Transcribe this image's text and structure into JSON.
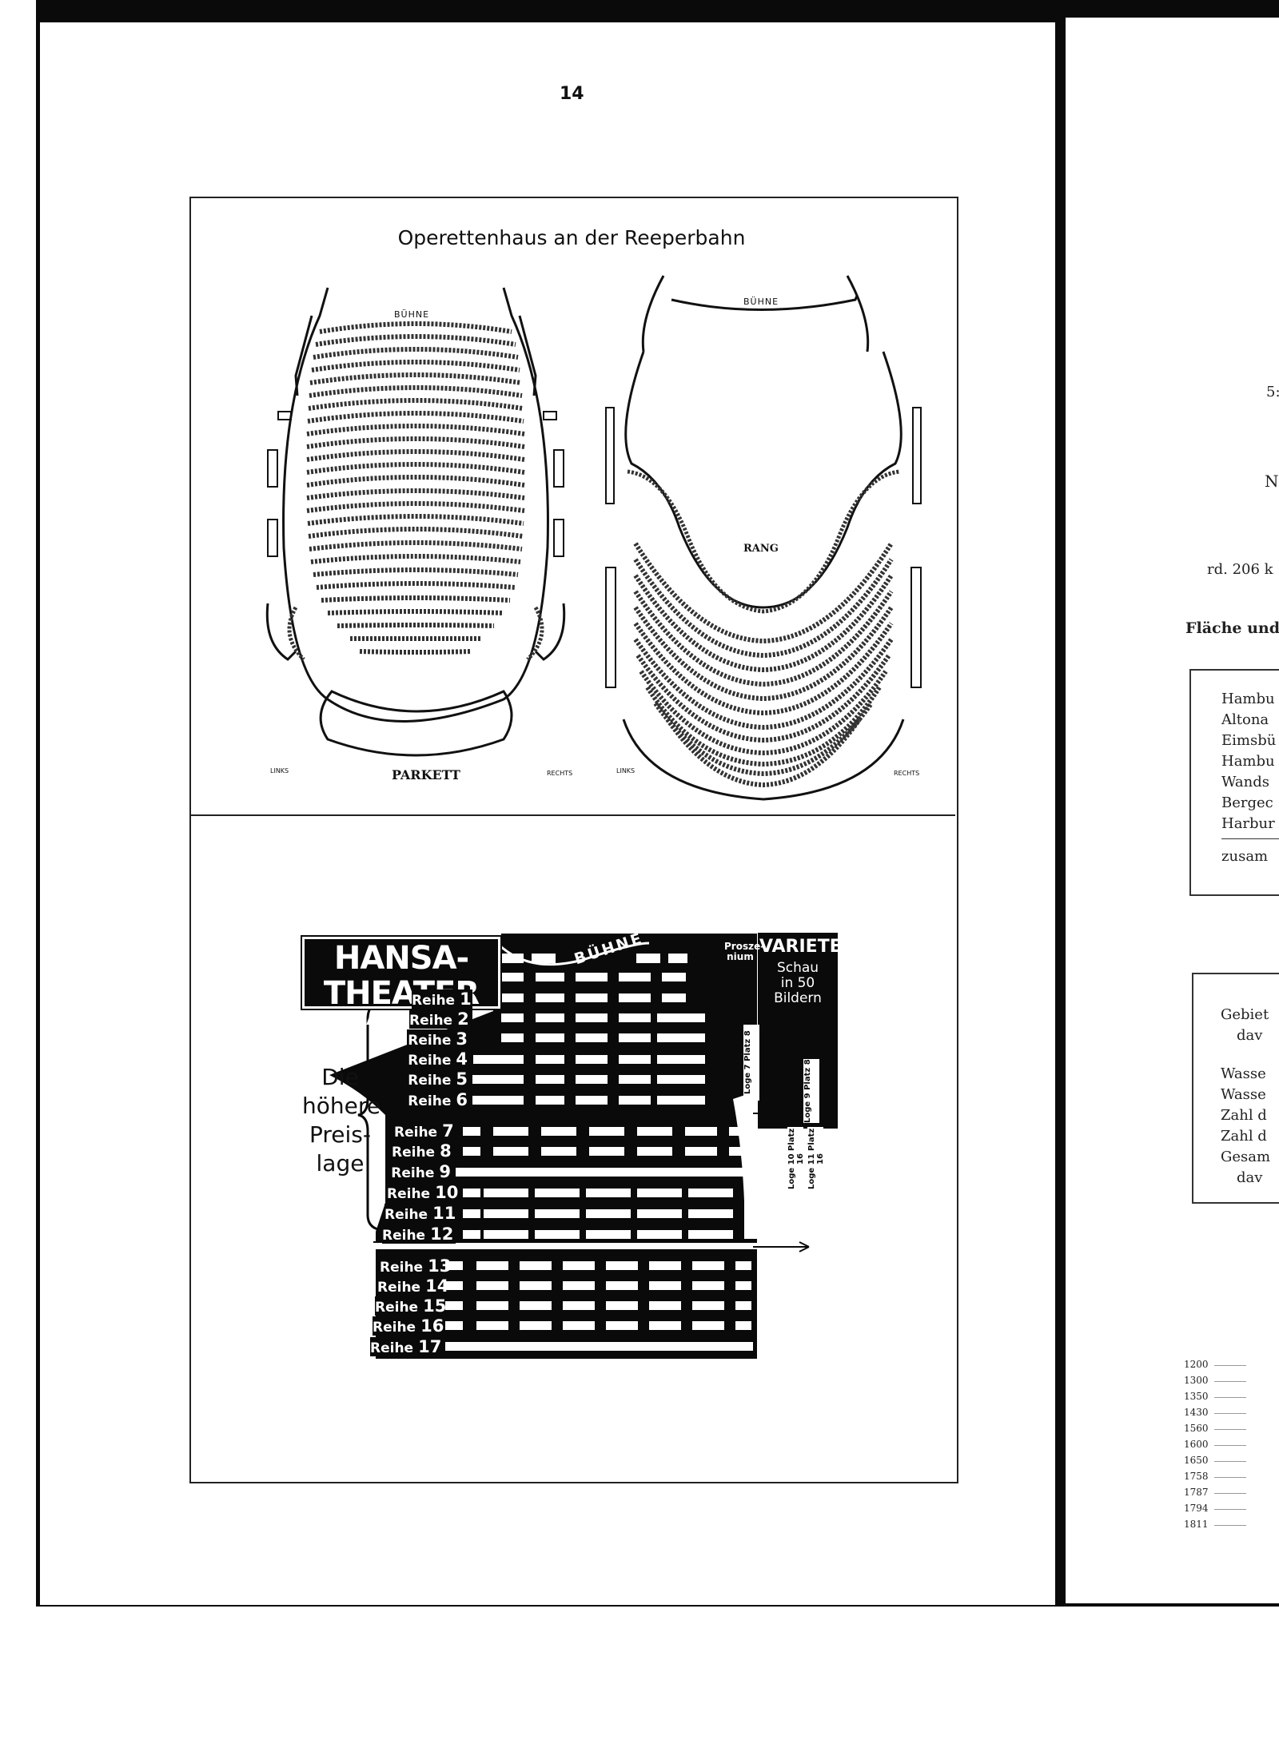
{
  "page_number": "14",
  "operettenhaus": {
    "title": "Operettenhaus an der Reeperbahn",
    "parkett_plan": {
      "stage": "BÜHNE",
      "name": "PARKETT",
      "left": "LINKS",
      "right": "RECHTS"
    },
    "rang_plan": {
      "stage": "BÜHNE",
      "name": "RANG",
      "left": "LINKS",
      "right": "RECHTS"
    }
  },
  "hansa": {
    "title": "HANSA-THEATER",
    "subtitle": "HAMBURG",
    "stage": "BÜHNE",
    "proscenium": "Prosze-\nnium",
    "variete_title": "VARIETE",
    "variete_subtitle": "Schau\nin 50\nBildern",
    "price_note": "Die\nhöhere\nPreis-\nlage",
    "row_prefix": "Reihe",
    "rows": [
      "1",
      "2",
      "3",
      "4",
      "5",
      "6",
      "7",
      "8",
      "9",
      "10",
      "11",
      "12",
      "13",
      "14",
      "15",
      "16",
      "17"
    ],
    "loges": [
      "Loge 7 Platz 8",
      "Loge 9 Platz 8",
      "Loge 10 Platz 16",
      "Loge 11 Platz 16"
    ]
  },
  "right_page": {
    "lines": [
      {
        "text": "5:"
      },
      {
        "text": "N"
      },
      {
        "text": "rd. 206 k"
      },
      {
        "text": "Fläche und"
      }
    ],
    "table1": [
      "Hambu",
      "Altona",
      "Eimsbü",
      "Hambu",
      "Wands",
      "Bergec",
      "Harbur",
      "zusam"
    ],
    "table2": [
      "Gebiet",
      "dav",
      "Wasse",
      "Wasse",
      "Zahl d",
      "Zahl d",
      "Gesam",
      "dav"
    ],
    "years": [
      "1200",
      "1300",
      "1350",
      "1430",
      "1560",
      "1600",
      "1650",
      "1758",
      "1787",
      "1794",
      "1811"
    ]
  }
}
